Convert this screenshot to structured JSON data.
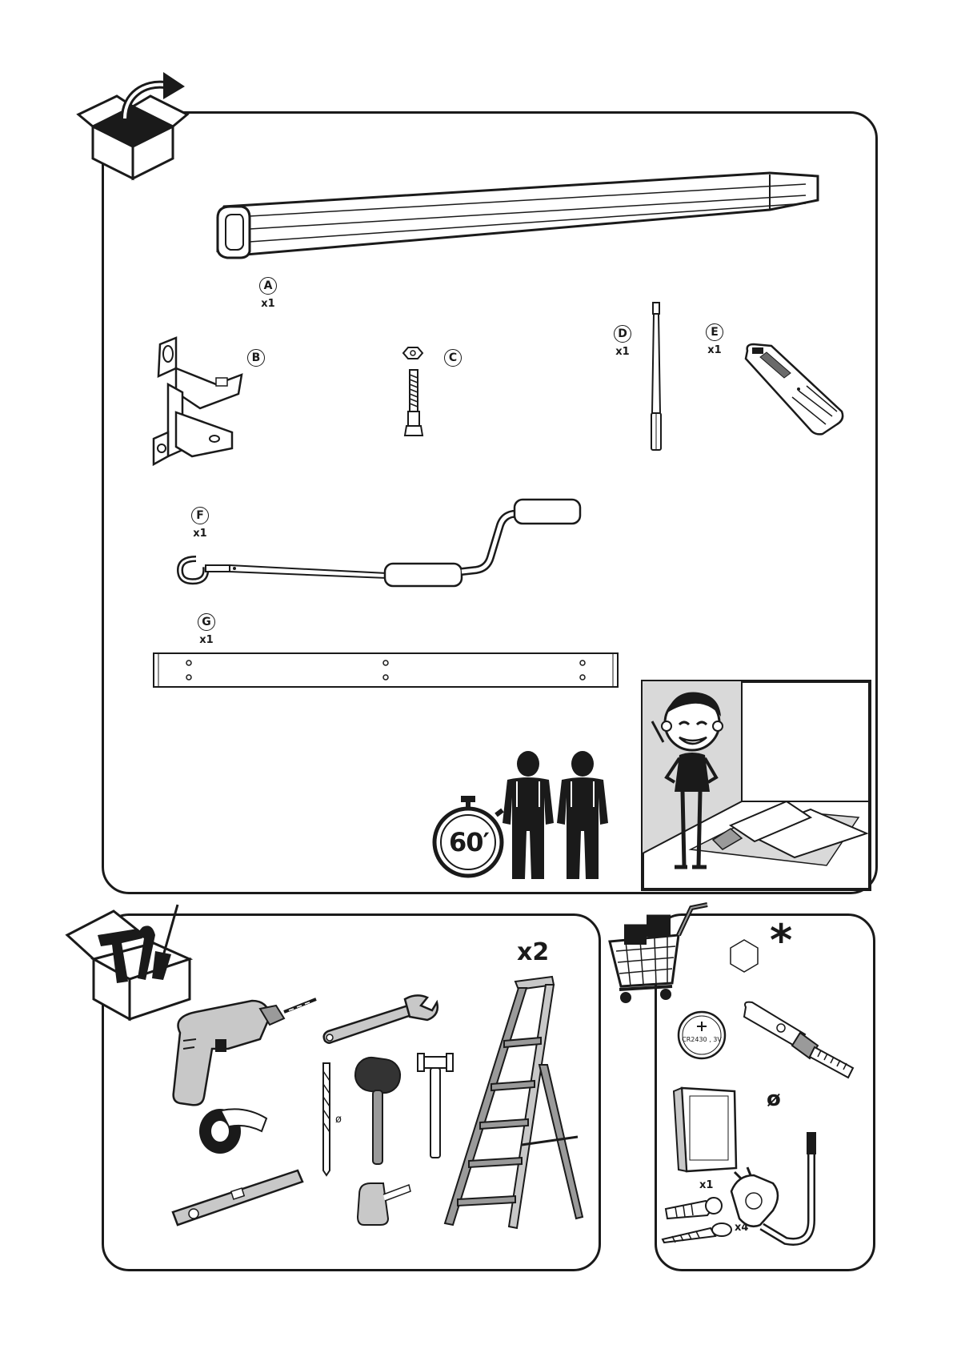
{
  "parts": [
    {
      "letter": "A",
      "qty": "x1"
    },
    {
      "letter": "B",
      "qty": ""
    },
    {
      "letter": "C",
      "qty": ""
    },
    {
      "letter": "D",
      "qty": "x1"
    },
    {
      "letter": "E",
      "qty": "x1"
    },
    {
      "letter": "F",
      "qty": "x1"
    },
    {
      "letter": "G",
      "qty": "x1"
    }
  ],
  "install": {
    "time": "60′",
    "people_icons": [
      "worker-icon",
      "worker-icon"
    ]
  },
  "tools": {
    "ladder_qty": "x2",
    "drill_bit_diameter": "ø"
  },
  "extras": {
    "asterisk": "*",
    "battery_label": "CR2430 , 3V",
    "diameter_symbol": "ø",
    "box_qty": "x1",
    "plugs_qty": "x4"
  },
  "colors": {
    "line": "#1a1a1a",
    "shade": "#d9d9d9",
    "mid": "#9a9a9a"
  }
}
